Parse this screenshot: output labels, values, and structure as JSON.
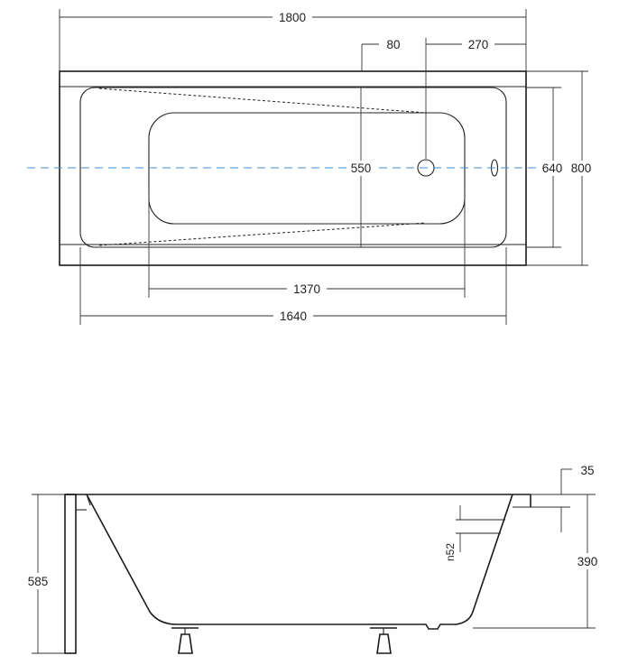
{
  "colors": {
    "line": "#1a1a1a",
    "centerline": "#3a8fd6",
    "background": "#ffffff"
  },
  "top_view": {
    "overall_length": "1800",
    "overflow_offset": "80",
    "drain_offset": "270",
    "inner_width": "550",
    "rim_width": "640",
    "overall_width": "800",
    "bottom_length": "1370",
    "inner_length": "1640"
  },
  "side_view": {
    "rim_thickness": "35",
    "overflow_height": "n52",
    "tub_depth": "390",
    "total_height": "585"
  }
}
